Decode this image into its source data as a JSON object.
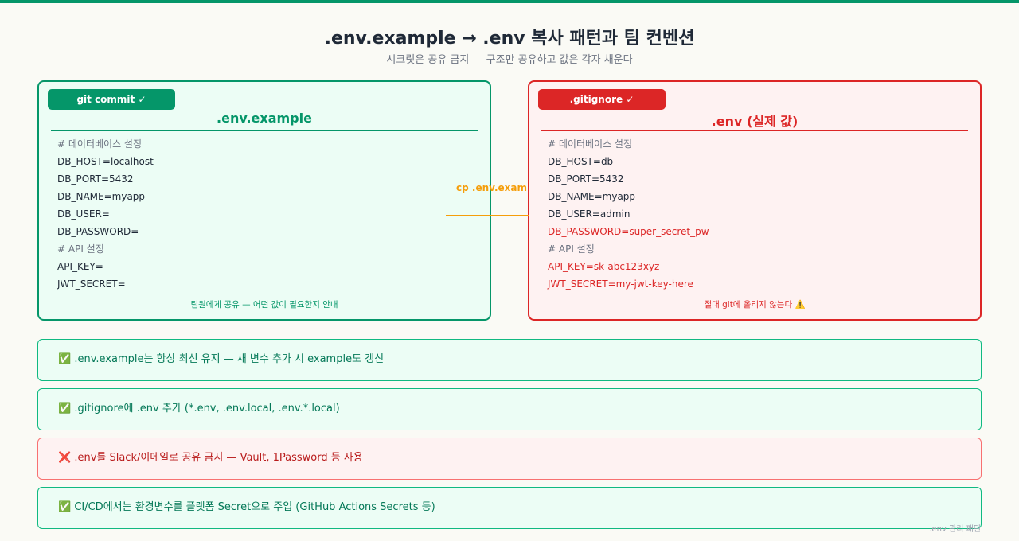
{
  "header": {
    "title": ".env.example → .env 복사 패턴과 팀 컨벤션",
    "subtitle": "시크릿은 공유 금지 — 구조만 공유하고 값은 각자 채운다"
  },
  "left_panel": {
    "badge": "git commit ✓",
    "title": ".env.example",
    "lines": [
      {
        "text": "# 데이터베이스 설정",
        "kind": "comment"
      },
      {
        "text": "DB_HOST=localhost",
        "kind": "normal"
      },
      {
        "text": "DB_PORT=5432",
        "kind": "normal"
      },
      {
        "text": "DB_NAME=myapp",
        "kind": "normal"
      },
      {
        "text": "DB_USER=",
        "kind": "normal"
      },
      {
        "text": "DB_PASSWORD=",
        "kind": "normal"
      },
      {
        "text": "# API 설정",
        "kind": "comment"
      },
      {
        "text": "API_KEY=",
        "kind": "normal"
      },
      {
        "text": "JWT_SECRET=",
        "kind": "normal"
      }
    ],
    "note": "팀원에게 공유 — 어떤 값이 필요한지 안내"
  },
  "right_panel": {
    "badge": ".gitignore ✓",
    "title": ".env (실제 값)",
    "lines": [
      {
        "text": "# 데이터베이스 설정",
        "kind": "comment"
      },
      {
        "text": "DB_HOST=db",
        "kind": "normal"
      },
      {
        "text": "DB_PORT=5432",
        "kind": "normal"
      },
      {
        "text": "DB_NAME=myapp",
        "kind": "normal"
      },
      {
        "text": "DB_USER=admin",
        "kind": "normal"
      },
      {
        "text": "DB_PASSWORD=super_secret_pw",
        "kind": "secret"
      },
      {
        "text": "# API 설정",
        "kind": "comment"
      },
      {
        "text": "API_KEY=sk-abc123xyz",
        "kind": "secret"
      },
      {
        "text": "JWT_SECRET=my-jwt-key-here",
        "kind": "secret"
      }
    ],
    "note": "절대 git에 올리지 않는다 ⚠️"
  },
  "arrow": {
    "label": "cp .env.example"
  },
  "tips": [
    {
      "text": "✅ .env.example는 항상 최신 유지 — 새 변수 추가 시 example도 갱신",
      "kind": "ok"
    },
    {
      "text": "✅ .gitignore에 .env 추가 (*.env, .env.local, .env.*.local)",
      "kind": "ok"
    },
    {
      "text": "❌ .env를 Slack/이메일로 공유 금지 — Vault, 1Password 등 사용",
      "kind": "bad"
    },
    {
      "text": "✅ CI/CD에서는 환경변수를 플랫폼 Secret으로 주입 (GitHub Actions Secrets 등)",
      "kind": "ok"
    }
  ],
  "footer": ".env 관리 패턴",
  "colors": {
    "accent_green": "#059669",
    "accent_red": "#dc2626",
    "arrow_orange": "#f59e0b"
  }
}
